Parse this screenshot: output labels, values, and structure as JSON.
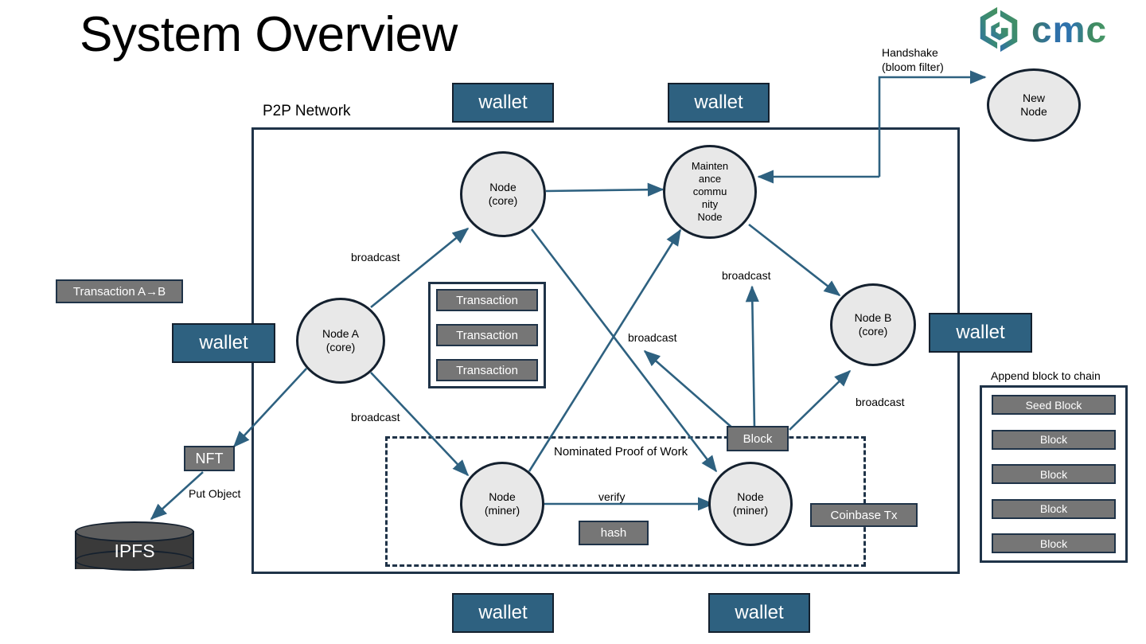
{
  "title": "System Overview",
  "brand": {
    "wordmark": "cmc",
    "mark_name": "cmc-hexagon-logo",
    "colors": {
      "green": "#46925f",
      "blue": "#2f6fa8"
    }
  },
  "containers": {
    "p2p_label": "P2P Network",
    "pow_label": "Nominated Proof of Work",
    "chain_label": "Append block to chain"
  },
  "nodes": {
    "node_core_top": "Node\n(core)",
    "node_core_top_l1": "Node",
    "node_core_top_l2": "(core)",
    "maintenance_l1": "Mainten",
    "maintenance_l2": "ance",
    "maintenance_l3": "commu",
    "maintenance_l4": "nity",
    "maintenance_l5": "Node",
    "new_node_l1": "New",
    "new_node_l2": "Node",
    "node_a_l1": "Node A",
    "node_a_l2": "(core)",
    "node_b_l1": "Node B",
    "node_b_l2": "(core)",
    "miner_left_l1": "Node",
    "miner_left_l2": "(miner)",
    "miner_right_l1": "Node",
    "miner_right_l2": "(miner)"
  },
  "wallets": [
    {
      "label": "wallet",
      "name": "wallet-top-left"
    },
    {
      "label": "wallet",
      "name": "wallet-top-right"
    },
    {
      "label": "wallet",
      "name": "wallet-left"
    },
    {
      "label": "wallet",
      "name": "wallet-right"
    },
    {
      "label": "wallet",
      "name": "wallet-bottom-left"
    },
    {
      "label": "wallet",
      "name": "wallet-bottom-right"
    }
  ],
  "boxes": {
    "transaction_ab": "Transaction A→B",
    "nft": "NFT",
    "block": "Block",
    "hash": "hash",
    "coinbase_tx": "Coinbase Tx",
    "ipfs": "IPFS"
  },
  "tx_pool": [
    "Transaction",
    "Transaction",
    "Transaction"
  ],
  "chain_blocks": [
    "Seed Block",
    "Block",
    "Block",
    "Block",
    "Block"
  ],
  "edge_labels": {
    "handshake_l1": "Handshake",
    "handshake_l2": "(bloom filter)",
    "broadcast_a_up": "broadcast",
    "broadcast_a_down": "broadcast",
    "broadcast_center": "broadcast",
    "broadcast_block_up": "broadcast",
    "broadcast_nodeb": "broadcast",
    "verify": "verify",
    "put_object": "Put Object"
  },
  "colors": {
    "wallet_blue": "#2e6180",
    "gray_box": "#767676",
    "node_fill": "#e8e8e8",
    "stroke_dark": "#14202e",
    "arrow_blue": "#2e6180"
  }
}
